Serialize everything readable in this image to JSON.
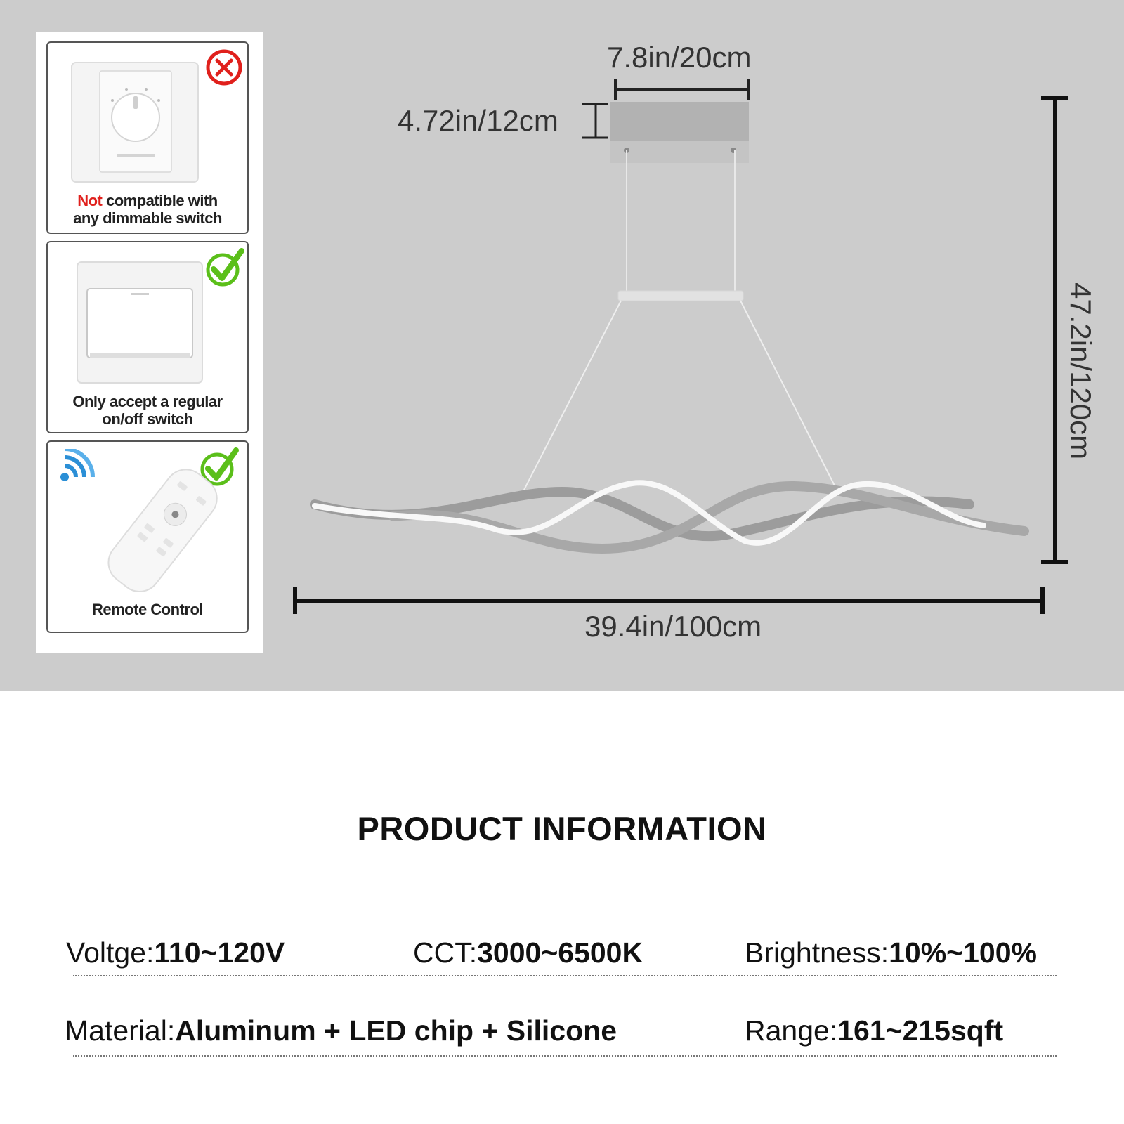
{
  "compat": {
    "card1": {
      "caption_red": "Not",
      "caption_line1": " compatible with",
      "caption_line2": "any dimmable switch",
      "icon": "red-x-icon",
      "device": "rotary-dimmer-switch"
    },
    "card2": {
      "caption_line1": "Only accept a regular",
      "caption_line2": "on/off switch",
      "icon": "green-check-icon",
      "device": "rocker-switch"
    },
    "card3": {
      "caption": "Remote Control",
      "icon": "green-check-icon",
      "device": "remote-control",
      "signal_icon": "wifi-signal-icon"
    }
  },
  "dimensions": {
    "canopy_width": "7.8in/20cm",
    "canopy_height": "4.72in/12cm",
    "total_height": "47.2in/120cm",
    "total_length": "39.4in/100cm"
  },
  "product_info": {
    "title": "PRODUCT INFORMATION",
    "voltage_label": "Voltge:",
    "voltage_value": "110~120V",
    "cct_label": "CCT:",
    "cct_value": "3000~6500K",
    "brightness_label": "Brightness:",
    "brightness_value": "10%~100%",
    "material_label": "Material:",
    "material_value": "Aluminum + LED chip + Silicone",
    "range_label": "Range:",
    "range_value": "161~215sqft"
  },
  "colors": {
    "band": "#cccccc",
    "reject": "#e0201c",
    "accept": "#5bbf1a",
    "signal": "#2b8fd6"
  }
}
